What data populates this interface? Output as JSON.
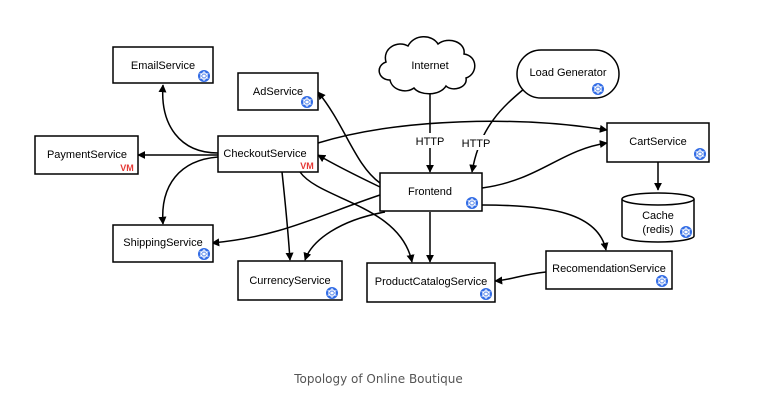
{
  "diagram": {
    "caption": "Topology of Online Boutique",
    "colors": {
      "stroke": "#000000",
      "node_fill": "#ffffff",
      "k8s_badge": "#326CE5",
      "vm_badge": "#E53935",
      "caption": "#555555"
    },
    "nodes": {
      "email": {
        "label": "EmailService",
        "badge": "k8s-icon"
      },
      "ad": {
        "label": "AdService",
        "badge": "k8s-icon"
      },
      "internet": {
        "label": "Internet"
      },
      "loadgen": {
        "label": "Load Generator",
        "badge": "k8s-icon"
      },
      "payment": {
        "label": "PaymentService",
        "badge_text": "VM"
      },
      "checkout": {
        "label": "CheckoutService",
        "badge_text": "VM"
      },
      "cart": {
        "label": "CartService",
        "badge": "k8s-icon"
      },
      "frontend": {
        "label": "Frontend",
        "badge": "k8s-icon"
      },
      "cache": {
        "label_line1": "Cache",
        "label_line2": "(redis)",
        "badge": "k8s-icon"
      },
      "shipping": {
        "label": "ShippingService",
        "badge": "k8s-icon"
      },
      "currency": {
        "label": "CurrencyService",
        "badge": "k8s-icon"
      },
      "productcatalog": {
        "label": "ProductCatalogService",
        "badge": "k8s-icon"
      },
      "recommendation": {
        "label": "RecomendationService",
        "badge": "k8s-icon"
      }
    },
    "edge_labels": {
      "internet_http": "HTTP",
      "loadgen_http": "HTTP"
    }
  }
}
